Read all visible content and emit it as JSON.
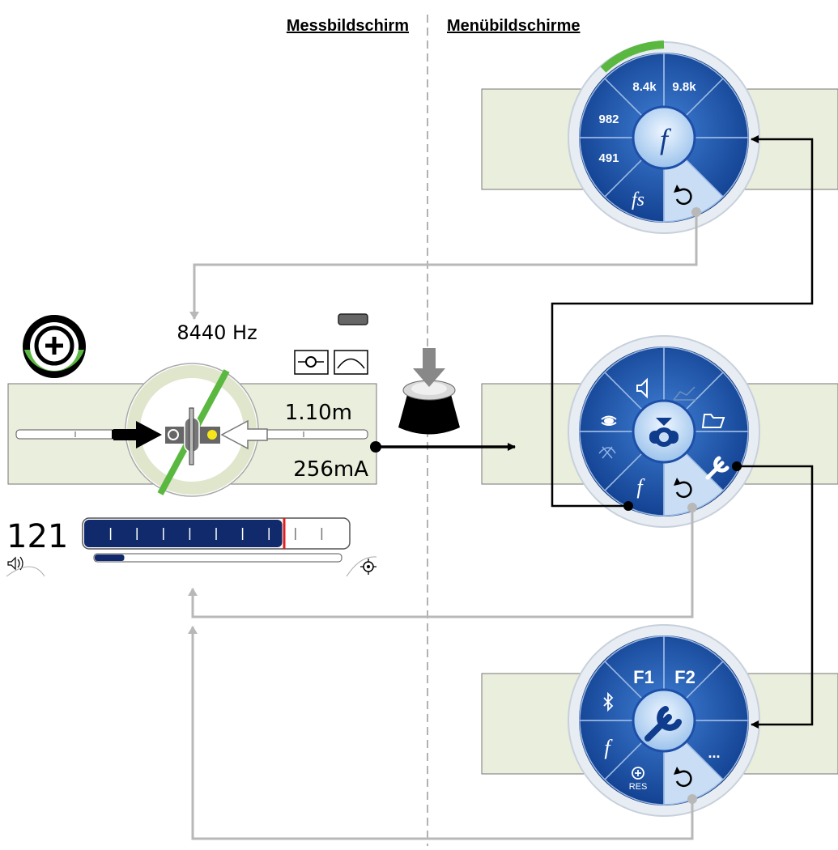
{
  "headers": {
    "left": "Messbildschirm",
    "right": "Menübildschirme"
  },
  "measurement": {
    "frequency": "8440 Hz",
    "depth": "1.10m",
    "current": "256mA",
    "signal_strength": "121",
    "signal_bar_level": 0.75,
    "gain_bar_level": 0.12
  },
  "frequency_menu": {
    "items": [
      "8.4k",
      "9.8k",
      "982",
      "491"
    ],
    "center_icon": "f-icon",
    "bottom_left_icon": "fs-icon",
    "back_icon": "undo-icon"
  },
  "main_menu": {
    "items": [
      "speaker-icon",
      "graph-icon",
      "antenna-icon",
      "folder-icon",
      "peak-icon",
      "wrench-icon",
      "f-icon",
      "undo-icon"
    ],
    "center_icon": "locator-icon"
  },
  "settings_menu": {
    "items": [
      "F1",
      "F2",
      "...",
      "RES"
    ],
    "icons": [
      "bluetooth-icon",
      "f-icon",
      "plus-res-icon",
      "undo-icon"
    ],
    "center_icon": "wrench-icon"
  },
  "colors": {
    "band": "#eaeedc",
    "menu_blue": "#1e4fa8",
    "menu_light": "#c9def5",
    "green": "#55b33a",
    "arrow_gray": "#b8b8b8"
  }
}
